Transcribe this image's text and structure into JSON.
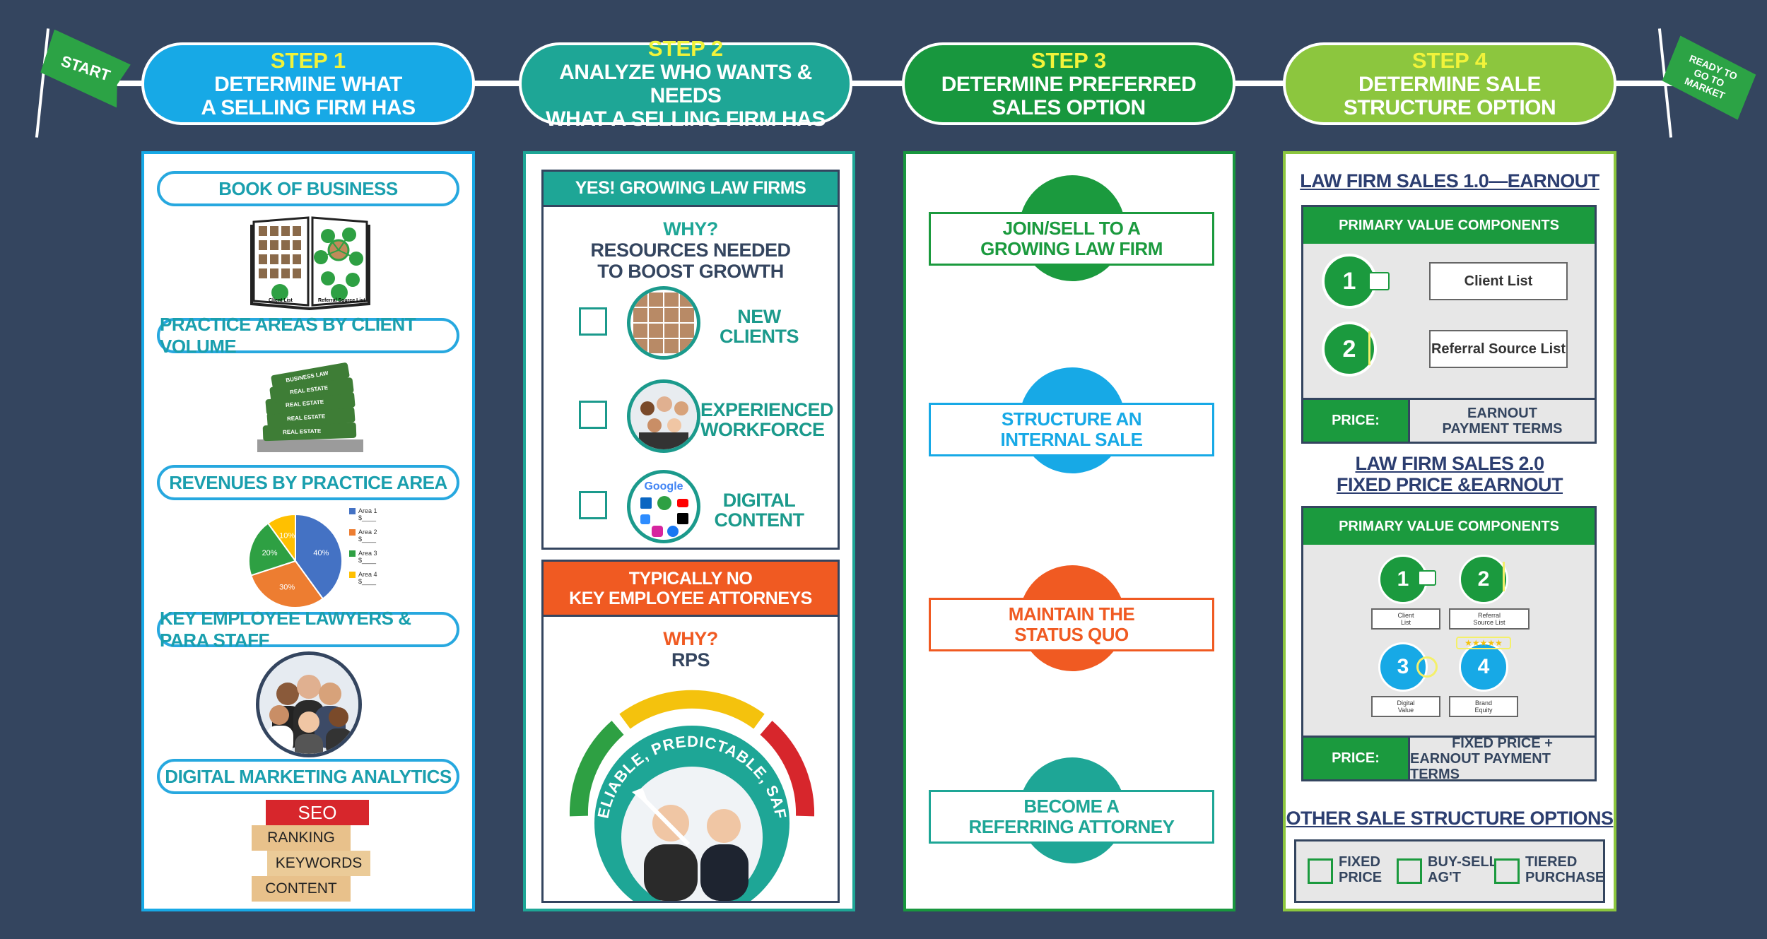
{
  "flags": {
    "start": "START",
    "end": "READY TO GO TO MARKET"
  },
  "steps": [
    {
      "step": "STEP 1",
      "title_l1": "DETERMINE WHAT",
      "title_l2": "A SELLING FIRM HAS",
      "color": "#17a9e6"
    },
    {
      "step": "STEP 2",
      "title_l1": "ANALYZE WHO WANTS & NEEDS",
      "title_l2": "WHAT A SELLING FIRM HAS",
      "color": "#1ea696"
    },
    {
      "step": "STEP 3",
      "title_l1": "DETERMINE PREFERRED",
      "title_l2": "SALES OPTION",
      "color": "#18973e"
    },
    {
      "step": "STEP 4",
      "title_l1": "DETERMINE SALE",
      "title_l2": "STRUCTURE OPTION",
      "color": "#8cc63e"
    }
  ],
  "col1": {
    "sections": [
      "BOOK OF BUSINESS",
      "PRACTICE AREAS BY CLIENT VOLUME",
      "REVENUES BY PRACTICE AREA",
      "KEY EMPLOYEE LAWYERS & PARA STAFF",
      "DIGITAL MARKETING ANALYTICS"
    ],
    "book_labels": [
      "Client List",
      "Referral Source List"
    ],
    "book_spines": [
      "BUSINESS LAW",
      "REAL ESTATE",
      "REAL ESTATE",
      "REAL ESTATE",
      "REAL ESTATE"
    ],
    "pie": {
      "slices": [
        {
          "label": "40%",
          "value": 40,
          "color": "#4472c4"
        },
        {
          "label": "30%",
          "value": 30,
          "color": "#ed7d31"
        },
        {
          "label": "20%",
          "value": 20,
          "color": "#2ea043"
        },
        {
          "label": "10%",
          "value": 10,
          "color": "#ffc000"
        }
      ],
      "legend": [
        "Area 1",
        "Area 2",
        "Area 3",
        "Area 4"
      ],
      "legend_value": "$____"
    },
    "seo_blocks": [
      "SEO",
      "RANKING",
      "KEYWORDS",
      "CONTENT"
    ]
  },
  "col2": {
    "banner1": "YES! GROWING LAW FIRMS",
    "why1": "WHY?",
    "reason1_l1": "RESOURCES NEEDED",
    "reason1_l2": "TO BOOST GROWTH",
    "items": [
      {
        "l1": "NEW",
        "l2": "CLIENTS"
      },
      {
        "l1": "EXPERIENCED",
        "l2": "WORKFORCE"
      },
      {
        "l1": "DIGITAL",
        "l2": "CONTENT"
      }
    ],
    "google_text": "Google",
    "banner2_l1": "TYPICALLY NO",
    "banner2_l2": "KEY EMPLOYEE ATTORNEYS",
    "why2": "WHY?",
    "reason2": "RPS",
    "gauge_text": "RELIABLE, PREDICTABLE, SAFE"
  },
  "col3": {
    "options": [
      {
        "l1": "JOIN/SELL TO A",
        "l2": "GROWING LAW FIRM",
        "color": "#1b9a3e"
      },
      {
        "l1": "STRUCTURE AN",
        "l2": "INTERNAL SALE",
        "color": "#17a9e6"
      },
      {
        "l1": "MAINTAIN THE",
        "l2": "STATUS QUO",
        "color": "#f05a22"
      },
      {
        "l1": "BECOME A",
        "l2": "REFERRING ATTORNEY",
        "color": "#1ea696"
      }
    ]
  },
  "col4": {
    "s1_title": "LAW FIRM SALES 1.0—EARNOUT",
    "primary": "PRIMARY VALUE COMPONENTS",
    "s1_items": [
      {
        "n": "1",
        "label": "Client List"
      },
      {
        "n": "2",
        "label": "Referral Source List"
      }
    ],
    "price_label": "PRICE:",
    "s1_price_l1": "EARNOUT",
    "s1_price_l2": "PAYMENT TERMS",
    "s2_title_l1": "LAW FIRM SALES 2.0",
    "s2_title_l2": "FIXED PRICE &EARNOUT",
    "s2_items": [
      {
        "n": "1",
        "l1": "Client",
        "l2": "List"
      },
      {
        "n": "2",
        "l1": "Referral",
        "l2": "Source List"
      },
      {
        "n": "3",
        "l1": "Digital",
        "l2": "Value"
      },
      {
        "n": "4",
        "l1": "Brand",
        "l2": "Equity"
      }
    ],
    "s2_price_l1": "FIXED PRICE +",
    "s2_price_l2": "EARNOUT PAYMENT TERMS",
    "other_title": "OTHER SALE STRUCTURE OPTIONS",
    "other": [
      {
        "l1": "FIXED",
        "l2": "PRICE"
      },
      {
        "l1": "BUY-SELL",
        "l2": "AG'T"
      },
      {
        "l1": "TIERED",
        "l2": "PURCHASE"
      }
    ]
  }
}
